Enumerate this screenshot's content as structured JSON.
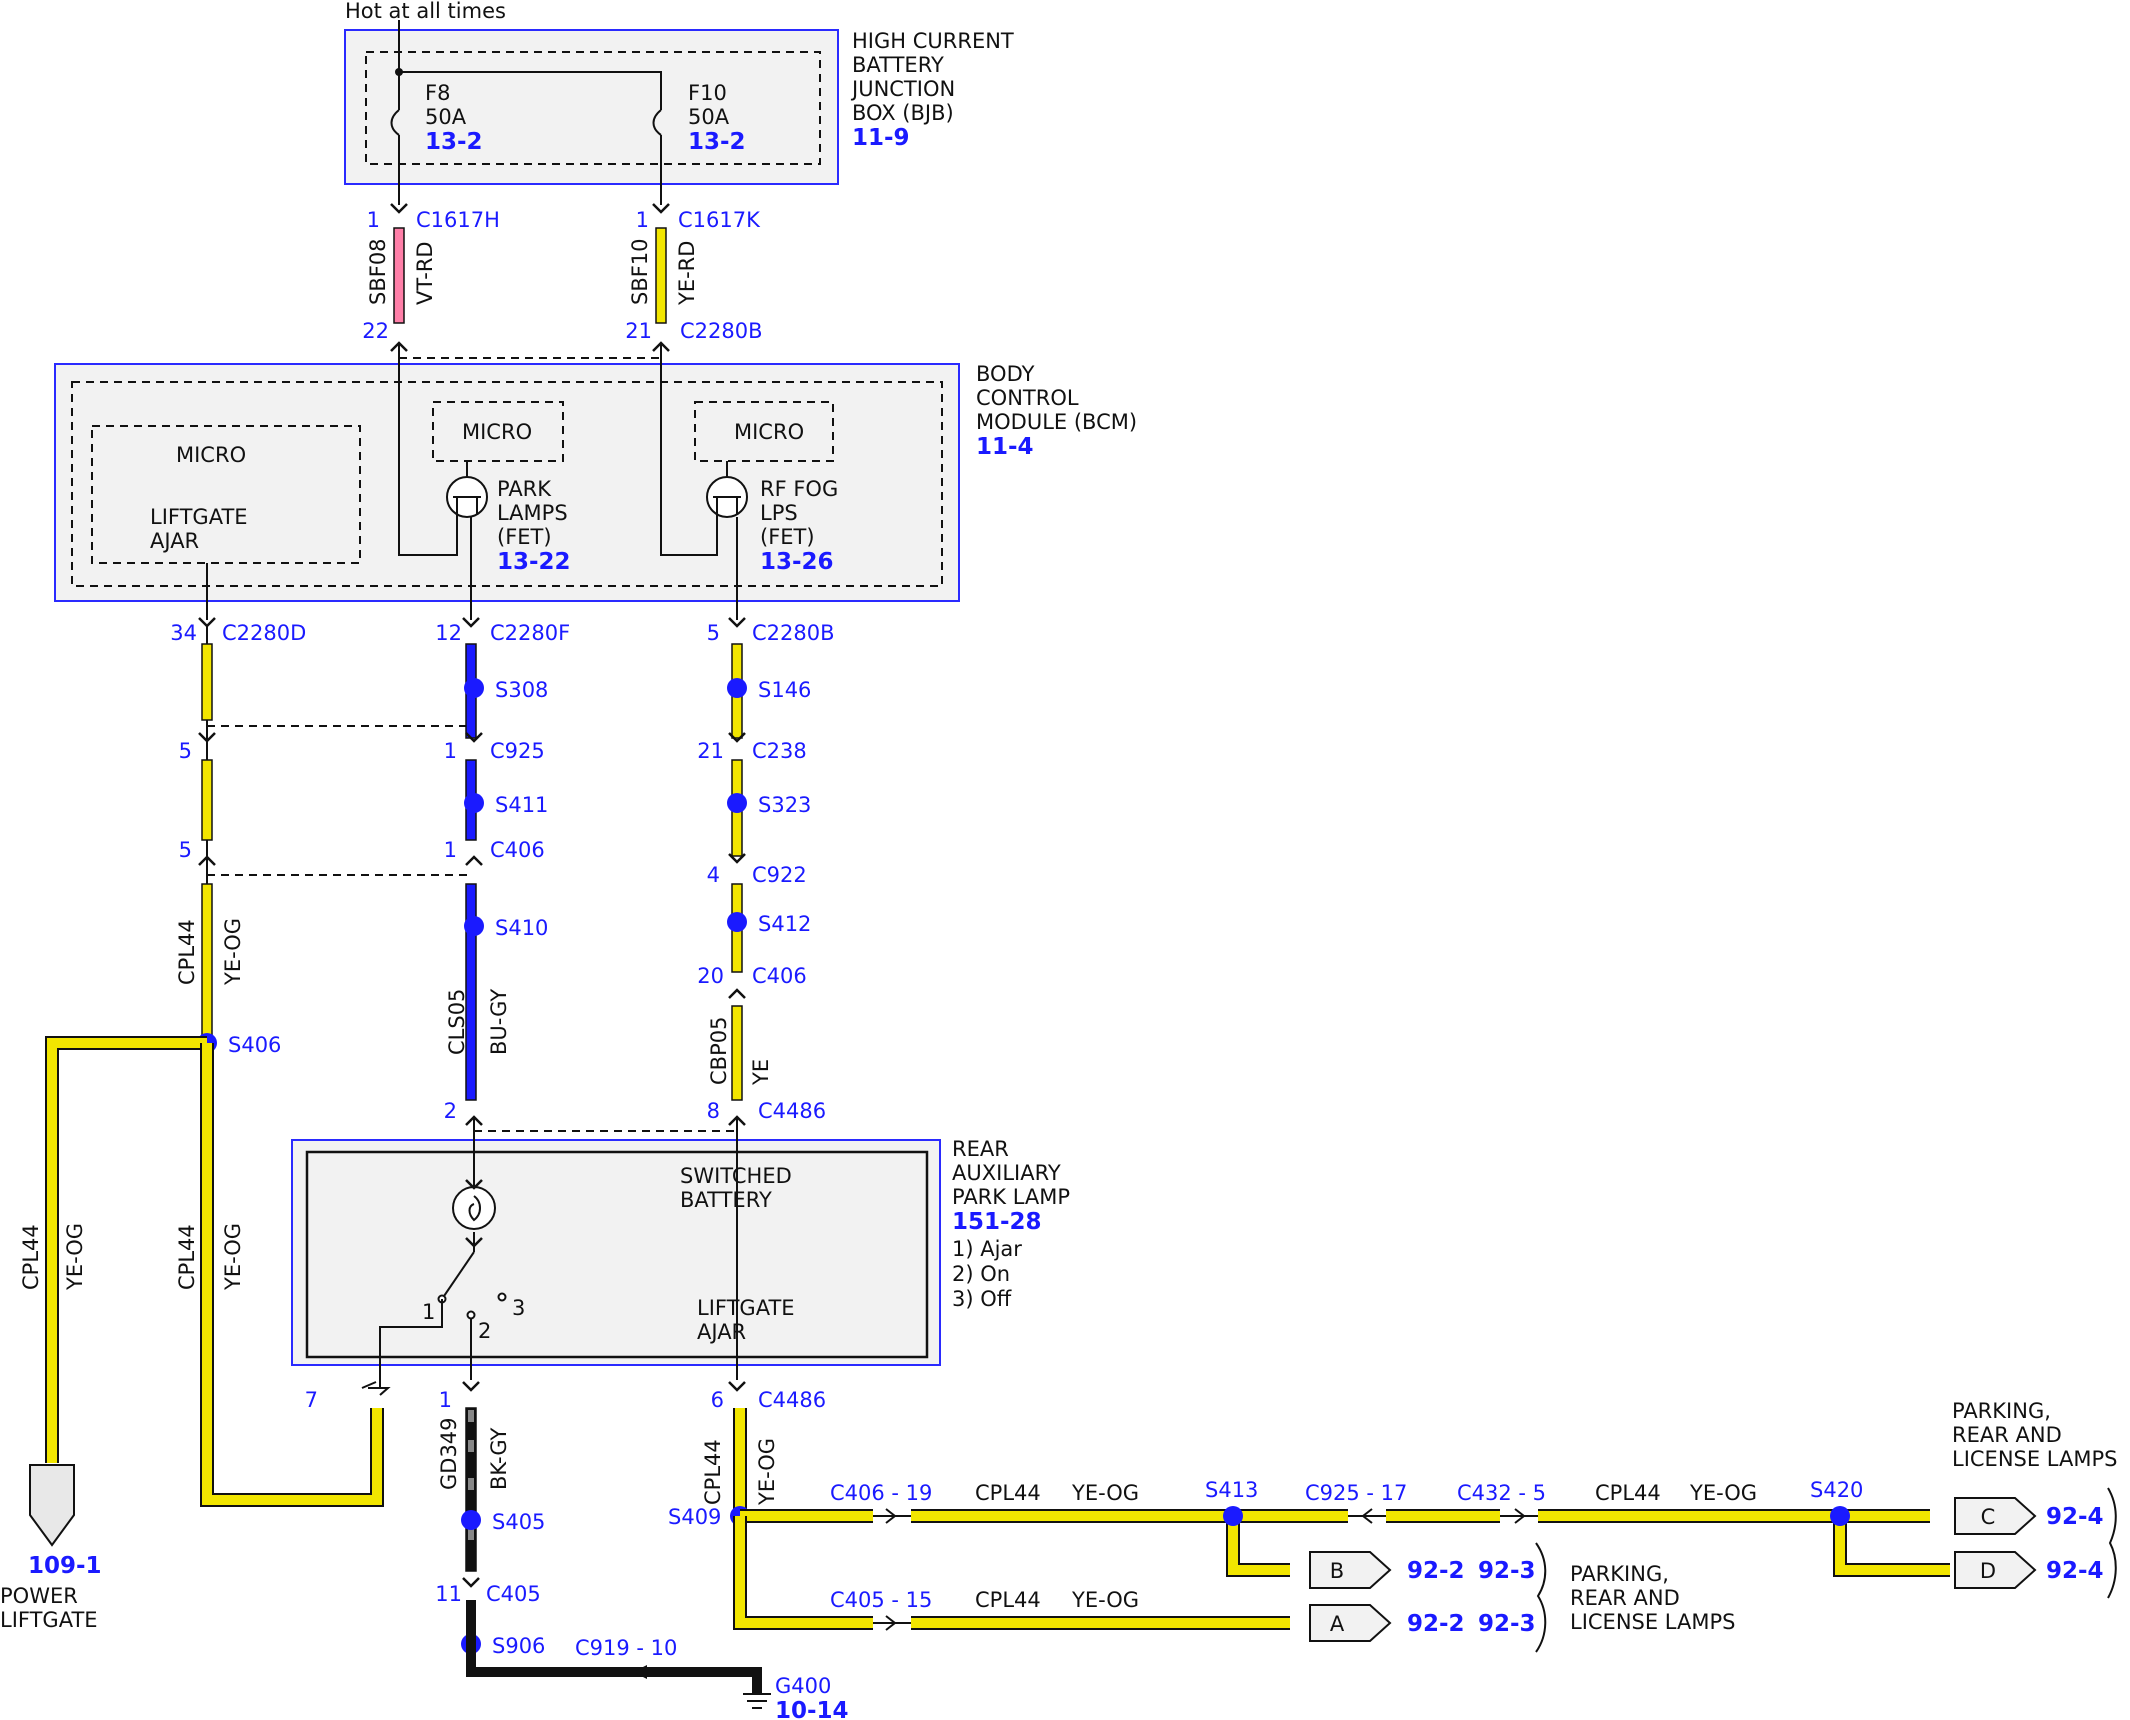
{
  "colors": {
    "yellow": "#f2e600",
    "blue": "#1a1aff",
    "pink": "#ff7fa8",
    "black": "#111111",
    "box_fill": "#f2f2f2"
  },
  "supply": {
    "hot": "Hot at all times"
  },
  "bjb": {
    "title": [
      "HIGH CURRENT",
      "BATTERY",
      "JUNCTION",
      "BOX (BJB)"
    ],
    "ref": "11-9",
    "fuses": [
      {
        "name": "F8",
        "rating": "50A",
        "ref": "13-2"
      },
      {
        "name": "F10",
        "rating": "50A",
        "ref": "13-2"
      }
    ]
  },
  "bcm": {
    "title": [
      "BODY",
      "CONTROL",
      "MODULE (BCM)"
    ],
    "ref": "11-4",
    "micro": "MICRO",
    "liftgate_ajar": [
      "LIFTGATE",
      "AJAR"
    ],
    "park": [
      "PARK",
      "LAMPS",
      "(FET)"
    ],
    "park_ref": "13-22",
    "fog": [
      "RF FOG",
      "LPS",
      "(FET)"
    ],
    "fog_ref": "13-26"
  },
  "rear": {
    "title": [
      "REAR",
      "AUXILIARY",
      "PARK LAMP"
    ],
    "ref": "151-28",
    "legend": [
      "1) Ajar",
      "2) On",
      "3) Off"
    ],
    "switched": [
      "SWITCHED",
      "BATTERY"
    ],
    "liftgate": [
      "LIFTGATE",
      "AJAR"
    ],
    "pos": [
      "1",
      "2",
      "3"
    ]
  },
  "wires": {
    "sbf08": {
      "circuit": "SBF08",
      "color": "VT-RD"
    },
    "sbf10": {
      "circuit": "SBF10",
      "color": "YE-RD"
    },
    "cpl44": {
      "circuit": "CPL44",
      "color": "YE-OG"
    },
    "cls05": {
      "circuit": "CLS05",
      "color": "BU-GY"
    },
    "cbp05": {
      "circuit": "CBP05",
      "color": "YE"
    },
    "gd349": {
      "circuit": "GD349",
      "color": "BK-GY"
    }
  },
  "connectors": {
    "c1617h": {
      "pin": "1",
      "name": "C1617H"
    },
    "c1617k": {
      "pin": "1",
      "name": "C1617K"
    },
    "c2280b_in": {
      "pin": "22"
    },
    "c2280b_in2": {
      "pin": "21",
      "name": "C2280B"
    },
    "c2280d": {
      "pin": "34",
      "name": "C2280D"
    },
    "c2280f": {
      "pin": "12",
      "name": "C2280F"
    },
    "c2280b": {
      "pin": "5",
      "name": "C2280B"
    },
    "c925a": {
      "pin": "5"
    },
    "c925b": {
      "pin": "1",
      "name": "C925"
    },
    "c406a": {
      "pin": "5"
    },
    "c406b": {
      "pin": "1",
      "name": "C406"
    },
    "c238": {
      "pin": "21",
      "name": "C238"
    },
    "c922": {
      "pin": "4",
      "name": "C922"
    },
    "c406c": {
      "pin": "20",
      "name": "C406"
    },
    "c4486a": {
      "pin": "2"
    },
    "c4486b": {
      "pin": "8",
      "name": "C4486"
    },
    "c4486c": {
      "pin": "7"
    },
    "c4486d": {
      "pin": "1"
    },
    "c4486e": {
      "pin": "6",
      "name": "C4486"
    },
    "c405": {
      "pin": "11",
      "name": "C405"
    },
    "c919": "C919 - 10",
    "c406_19": "C406 - 19",
    "c925_17": "C925 - 17",
    "c432_5": "C432 - 5",
    "c405_15": "C405 - 15"
  },
  "splices": {
    "s308": "S308",
    "s411": "S411",
    "s410": "S410",
    "s146": "S146",
    "s323": "S323",
    "s412": "S412",
    "s406": "S406",
    "s405": "S405",
    "s906": "S906",
    "s409": "S409",
    "s413": "S413",
    "s420": "S420"
  },
  "ground": {
    "name": "G400",
    "ref": "10-14"
  },
  "liftgate_off": {
    "ref": "109-1",
    "label": [
      "POWER",
      "LIFTGATE"
    ]
  },
  "offpage": {
    "a": {
      "letter": "A",
      "ref1": "92-2",
      "ref2": "92-3"
    },
    "b": {
      "letter": "B",
      "ref1": "92-2",
      "ref2": "92-3"
    },
    "c": {
      "letter": "C",
      "ref": "92-4"
    },
    "d": {
      "letter": "D",
      "ref": "92-4"
    },
    "group_right": [
      "PARKING,",
      "REAR AND",
      "LICENSE LAMPS"
    ],
    "group_mid": [
      "PARKING,",
      "REAR AND",
      "LICENSE LAMPS"
    ]
  }
}
